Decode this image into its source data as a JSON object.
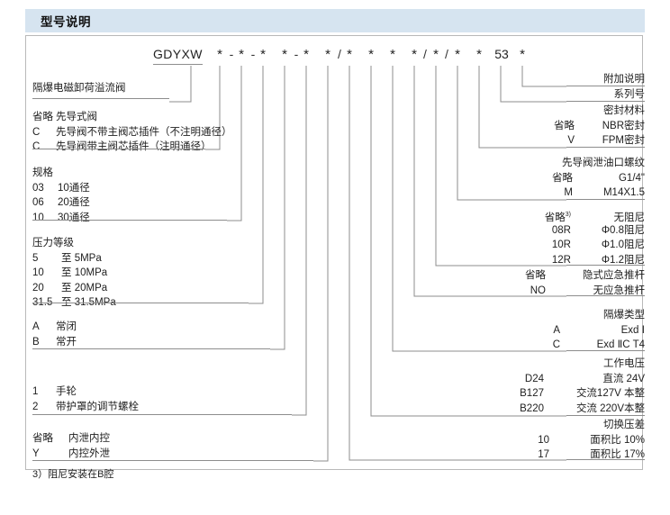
{
  "header": {
    "title": "型号说明"
  },
  "model_code": {
    "prefix": "GDYXW",
    "tokens": [
      "*",
      "-",
      "*",
      "-",
      "*",
      "*",
      "-",
      "*",
      "*",
      "/",
      "*",
      "*",
      "*",
      "*",
      "/",
      "*",
      "/",
      "*",
      "*",
      "53",
      "*"
    ]
  },
  "left_sections": [
    {
      "name": "product-name",
      "rows": [
        {
          "key": "",
          "val": "隔爆电磁卸荷溢流阀"
        }
      ]
    },
    {
      "name": "pilot-type",
      "rows": [
        {
          "key": "省略",
          "val": "先导式阀"
        },
        {
          "key": "C",
          "val": "先导阀不带主阀芯插件（不注明通径）"
        },
        {
          "key": "C",
          "val": "先导阀带主阀芯插件（注明通径）"
        }
      ]
    },
    {
      "name": "specification",
      "rows": [
        {
          "key": "",
          "val": "规格"
        },
        {
          "key": "03",
          "val": "10通径"
        },
        {
          "key": "06",
          "val": "20通径"
        },
        {
          "key": "10",
          "val": "30通径"
        }
      ]
    },
    {
      "name": "pressure-rating",
      "rows": [
        {
          "key": "",
          "val": "压力等级"
        },
        {
          "key": "5",
          "val": "至  5MPa"
        },
        {
          "key": "10",
          "val": "至 10MPa"
        },
        {
          "key": "20",
          "val": "至 20MPa"
        },
        {
          "key": "31.5",
          "val": "至 31.5MPa"
        }
      ]
    },
    {
      "name": "normal-state",
      "rows": [
        {
          "key": "A",
          "val": "常闭"
        },
        {
          "key": "B",
          "val": "常开"
        }
      ]
    },
    {
      "name": "adjustment-type",
      "rows": [
        {
          "key": "1",
          "val": "手轮"
        },
        {
          "key": "2",
          "val": "带护罩的调节螺栓"
        }
      ]
    },
    {
      "name": "drain-control",
      "rows": [
        {
          "key": "省略",
          "val": "内泄内控"
        },
        {
          "key": "Y",
          "val": "内控外泄"
        }
      ]
    }
  ],
  "right_sections": [
    {
      "name": "additional-note",
      "rows": [
        {
          "key": "",
          "val": "附加说明"
        }
      ]
    },
    {
      "name": "series-number",
      "rows": [
        {
          "key": "",
          "val": "系列号"
        }
      ]
    },
    {
      "name": "seal-material",
      "rows": [
        {
          "key": "",
          "val": "密封材料"
        },
        {
          "key": "省略",
          "val": "NBR密封"
        },
        {
          "key": "V",
          "val": "FPM密封"
        }
      ]
    },
    {
      "name": "pilot-drain-thread",
      "rows": [
        {
          "key": "",
          "val": "先导阀泄油口螺纹"
        },
        {
          "key": "省略",
          "val": "G1/4\""
        },
        {
          "key": "M",
          "val": "M14X1.5"
        }
      ]
    },
    {
      "name": "damping",
      "rows": [
        {
          "key": "省略3)",
          "val": "无阻尼"
        },
        {
          "key": "08R",
          "val": "Φ0.8阻尼"
        },
        {
          "key": "10R",
          "val": "Φ1.0阻尼"
        },
        {
          "key": "12R",
          "val": "Φ1.2阻尼"
        }
      ]
    },
    {
      "name": "emergency-push-rod",
      "rows": [
        {
          "key": "省略",
          "val": "隐式应急推杆"
        },
        {
          "key": "NO",
          "val": "无应急推杆"
        }
      ]
    },
    {
      "name": "explosion-proof-type",
      "rows": [
        {
          "key": "",
          "val": "隔爆类型"
        },
        {
          "key": "A",
          "val": "Exd Ⅰ"
        },
        {
          "key": "C",
          "val": "Exd ⅡC T4"
        }
      ]
    },
    {
      "name": "working-voltage",
      "rows": [
        {
          "key": "",
          "val": "工作电压"
        },
        {
          "key": "D24",
          "val": "直流 24V"
        },
        {
          "key": "B127",
          "val": "交流127V 本整"
        },
        {
          "key": "B220",
          "val": "交流 220V本整"
        }
      ]
    },
    {
      "name": "switching-pressure-differential",
      "rows": [
        {
          "key": "",
          "val": "切换压差"
        },
        {
          "key": "10",
          "val": "面积比  10%"
        },
        {
          "key": "17",
          "val": "面积比  17%"
        }
      ]
    }
  ],
  "footnote": {
    "text": "3）阻尼安装在B腔"
  },
  "colors": {
    "header_band": "#d6e4f0",
    "frame_border": "#b9b9b9",
    "line": "#8d8d8d",
    "text": "#1e1e1e"
  }
}
